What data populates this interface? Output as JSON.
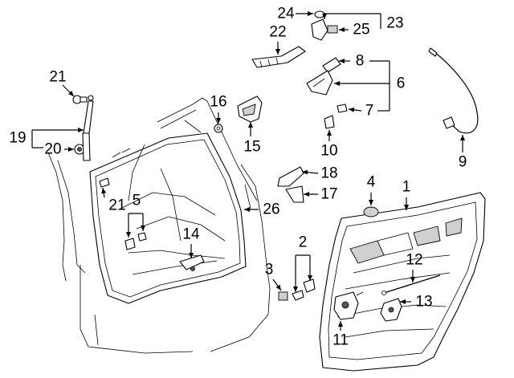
{
  "callouts": {
    "c1": "1",
    "c2": "2",
    "c3": "3",
    "c4": "4",
    "c5": "5",
    "c6": "6",
    "c7": "7",
    "c8": "8",
    "c9": "9",
    "c10": "10",
    "c11": "11",
    "c12": "12",
    "c13": "13",
    "c14": "14",
    "c15": "15",
    "c16": "16",
    "c17": "17",
    "c18": "18",
    "c19": "19",
    "c20": "20",
    "c21a": "21",
    "c21b": "21",
    "c22": "22",
    "c23": "23",
    "c24": "24",
    "c25": "25",
    "c26": "26"
  }
}
